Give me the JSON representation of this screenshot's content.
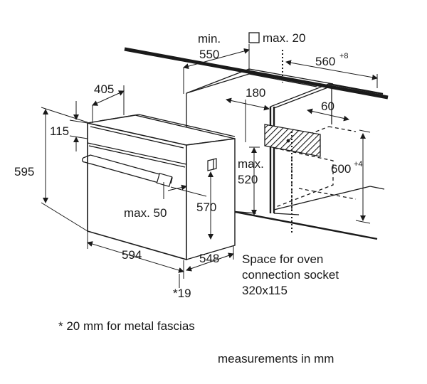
{
  "dimensions": {
    "min_label": "min.",
    "min_value": "550",
    "max_top": "max. 20",
    "niche_depth": "560",
    "niche_depth_tol": "+8",
    "d405": "405",
    "d180": "180",
    "d60": "60",
    "d115": "115",
    "d595": "595",
    "max520_label": "max.",
    "max520_value": "520",
    "niche_height": "600",
    "niche_height_tol": "+4",
    "d570": "570",
    "max50": "max. 50",
    "width": "594",
    "depth": "548",
    "fascia_ref": "*19"
  },
  "socket": {
    "line1": "Space for oven",
    "line2": "connection socket",
    "line3": "320x115"
  },
  "footnote": "* 20 mm for metal fascias",
  "units_note": "measurements in mm"
}
